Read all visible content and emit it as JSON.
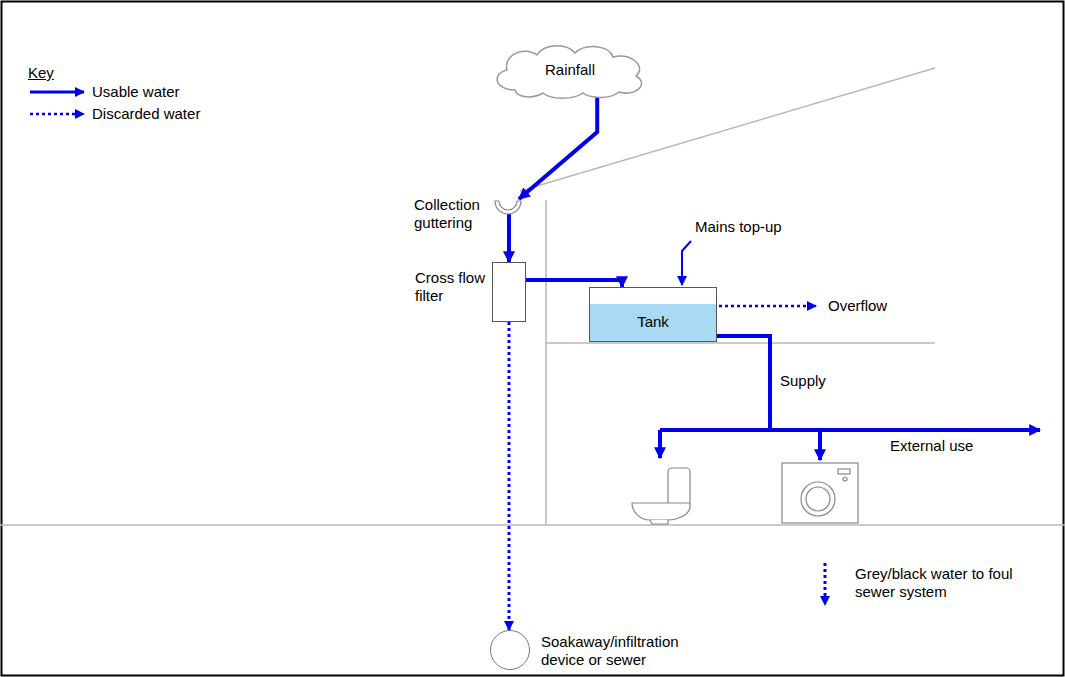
{
  "diagram": {
    "nodes": [
      {
        "text": [
          "Rainfall"
        ]
      },
      {
        "text": [
          "Collection guttering"
        ]
      },
      {
        "text": [
          "Cross flow filter"
        ]
      },
      {
        "text": [
          "Tank"
        ]
      },
      {
        "text": [
          "Soakaway/infiltration device or sewer"
        ]
      }
    ],
    "edges": [
      {
        "from": 0,
        "to": 1,
        "arrow": "to"
      },
      {
        "from": 1,
        "to": 2,
        "arrow": "to"
      },
      {
        "from": 2,
        "to": 3,
        "arrow": "to"
      },
      {
        "from": 2,
        "to": 4,
        "arrow": "to"
      }
    ],
    "labels": [
      "Key",
      "Mains top-up",
      "Overflow",
      "Supply",
      "External use",
      "Grey/black water to foul sewer system"
    ],
    "legend": [
      {
        "text": "Usable water"
      },
      {
        "text": "Discarded water"
      }
    ]
  }
}
